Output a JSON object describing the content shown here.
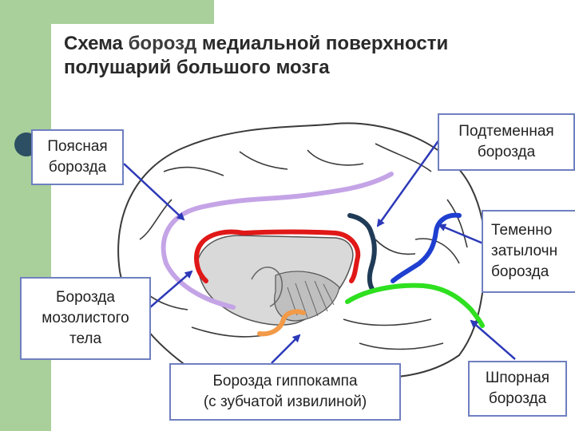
{
  "title": {
    "line1_part1": "Схема ",
    "line1_part2": "борозд",
    "line1_part3": " медиальной поверхности",
    "line2": "полушарий большого мозга"
  },
  "labels": {
    "cingulate": [
      "Поясная",
      "борозда"
    ],
    "subparietal": [
      "Подтеменная",
      "борозда"
    ],
    "parieto_occipital": [
      "Теменно",
      "затылочн",
      "борозда"
    ],
    "callosal": [
      "Борозда",
      "мозолистого",
      "тела"
    ],
    "hippocampal": [
      "Борозда гиппокампа",
      "(с зубчатой извилиной)"
    ],
    "calcarine": [
      "Шпорная",
      "борозда"
    ]
  },
  "colors": {
    "cingulate_sulcus": "#c4a4e6",
    "subparietal_sulcus": "#1f3b57",
    "parieto_occipital_sulcus": "#1e3fd0",
    "callosal_sulcus": "#e01818",
    "hippocampal_sulcus": "#f29a48",
    "calcarine_sulcus": "#2ee020",
    "arrow": "#2c39b8",
    "label_border": "#6f7fc0"
  }
}
